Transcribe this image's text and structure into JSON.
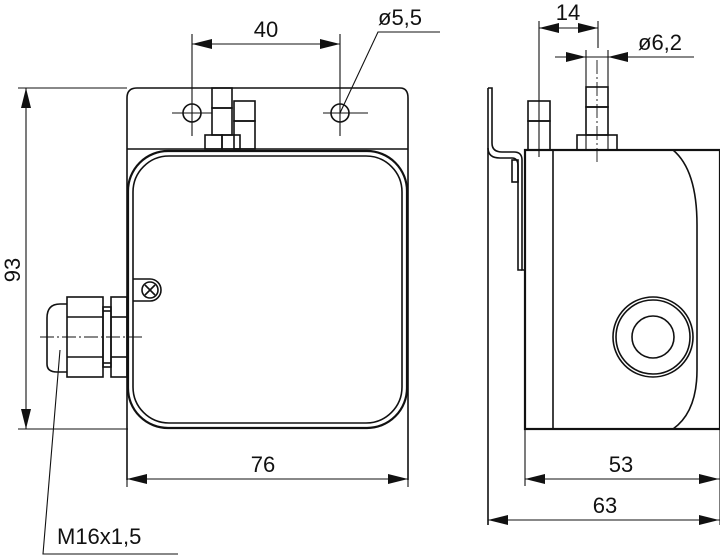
{
  "drawing": {
    "title": "Enclosure dimensional drawing (front and side view)",
    "line_color": "#111111",
    "background": "#ffffff"
  },
  "front_view": {
    "dimensions": {
      "hole_spacing": "40",
      "hole_diameter": "ø5,5",
      "height": "93",
      "width": "76",
      "cable_gland_thread": "M16x1,5"
    }
  },
  "side_view": {
    "dimensions": {
      "nozzle_offset": "14",
      "nozzle_diameter": "ø6,2",
      "body_depth": "53",
      "overall_depth": "63"
    }
  }
}
